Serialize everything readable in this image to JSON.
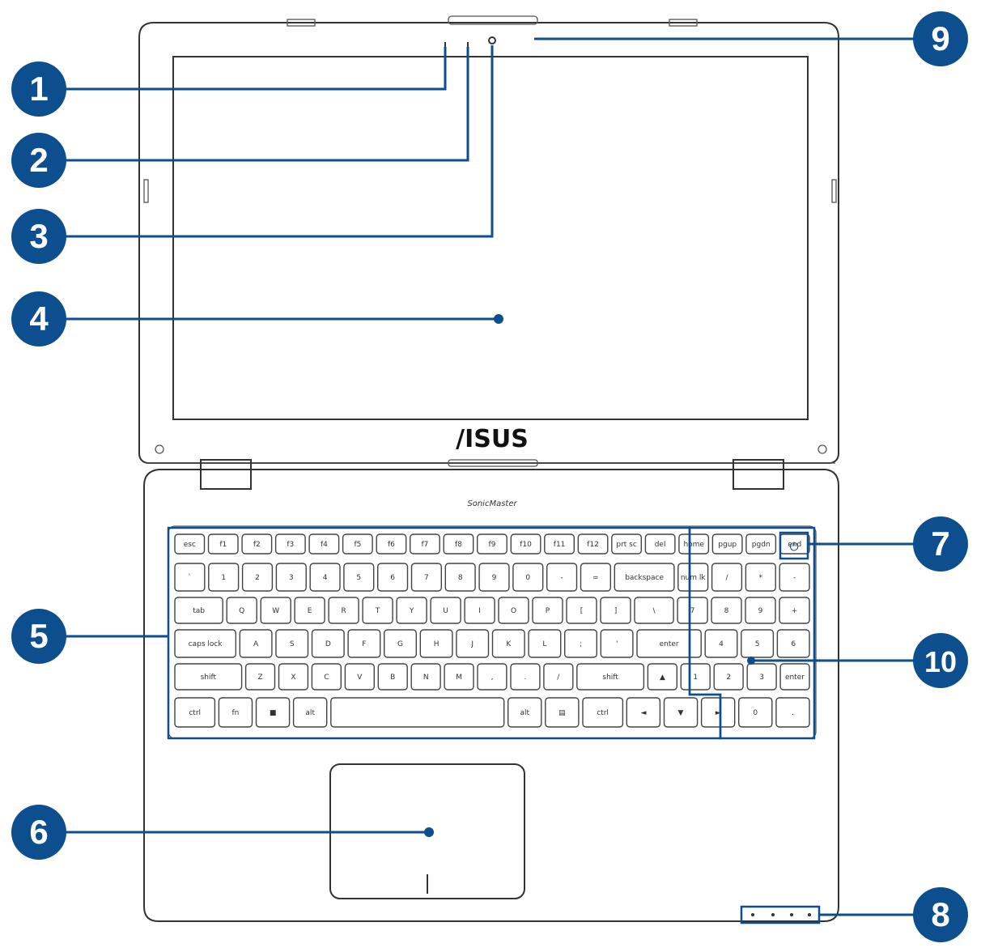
{
  "colors": {
    "accent": "#0d4f8e",
    "callout_fill": "#0d4f8e",
    "outline": "#333333"
  },
  "brand": {
    "logo_text": "/ISUS",
    "palm_text": "SonicMaster"
  },
  "callouts": [
    {
      "id": 1,
      "label": "1"
    },
    {
      "id": 2,
      "label": "2"
    },
    {
      "id": 3,
      "label": "3"
    },
    {
      "id": 4,
      "label": "4"
    },
    {
      "id": 5,
      "label": "5"
    },
    {
      "id": 6,
      "label": "6"
    },
    {
      "id": 7,
      "label": "7"
    },
    {
      "id": 8,
      "label": "8"
    },
    {
      "id": 9,
      "label": "9"
    },
    {
      "id": 10,
      "label": "10"
    }
  ],
  "keyboard": {
    "rows": [
      [
        "esc",
        "f1",
        "f2",
        "f3",
        "f4",
        "f5",
        "f6",
        "f7",
        "f8",
        "f9",
        "f10",
        "f11",
        "f12",
        "prt sc",
        "del",
        "home",
        "pgup",
        "pgdn",
        "end"
      ],
      [
        "`",
        "1",
        "2",
        "3",
        "4",
        "5",
        "6",
        "7",
        "8",
        "9",
        "0",
        "-",
        "=",
        "backspace",
        "num lk",
        "/",
        "*",
        "-"
      ],
      [
        "tab",
        "Q",
        "W",
        "E",
        "R",
        "T",
        "Y",
        "U",
        "I",
        "O",
        "P",
        "[",
        "]",
        "\\",
        "7",
        "8",
        "9",
        "+"
      ],
      [
        "caps lock",
        "A",
        "S",
        "D",
        "F",
        "G",
        "H",
        "J",
        "K",
        "L",
        ";",
        "'",
        "enter",
        "4",
        "5",
        "6"
      ],
      [
        "shift",
        "Z",
        "X",
        "C",
        "V",
        "B",
        "N",
        "M",
        ",",
        ".",
        "/",
        "shift",
        "▲",
        "1",
        "2",
        "3",
        "enter"
      ],
      [
        "ctrl",
        "fn",
        "■",
        "alt",
        "",
        "alt",
        "▤",
        "ctrl",
        "◄",
        "▼",
        "►",
        "0",
        "."
      ]
    ]
  }
}
